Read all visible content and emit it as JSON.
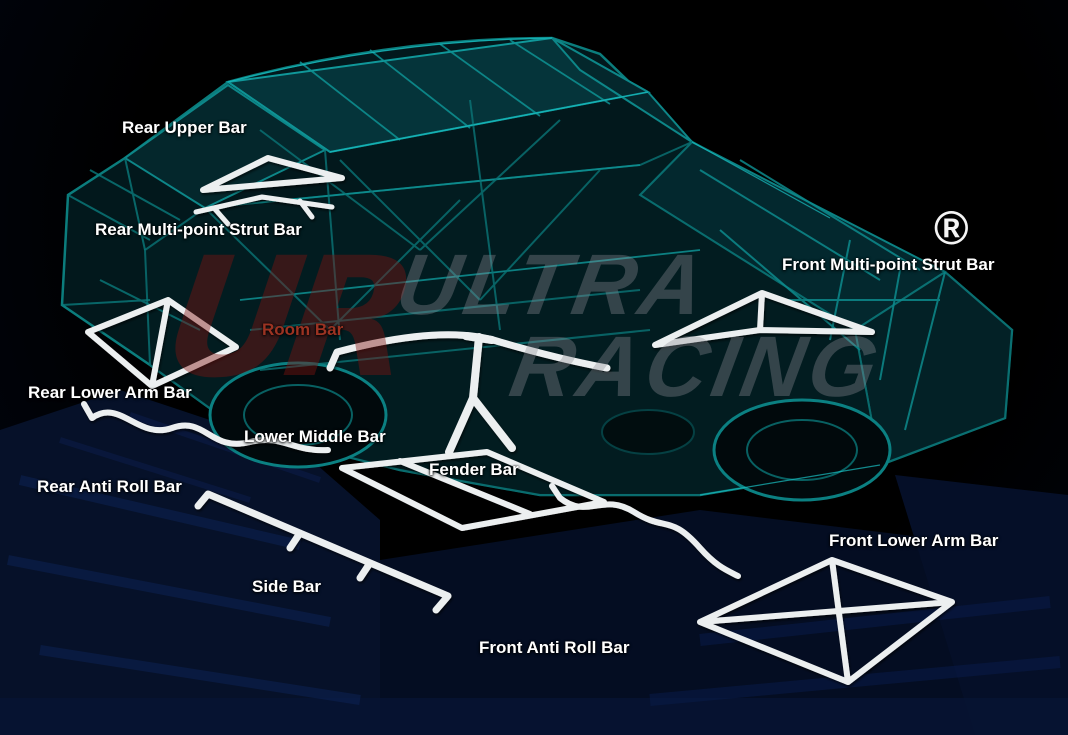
{
  "page": {
    "registered_symbol": "®",
    "watermark": {
      "logo": "UR",
      "word1": "ULTRA",
      "word2": "RACING"
    },
    "colors": {
      "background": "#000000",
      "chassis_teal": "#0d8486",
      "chassis_bright": "#19c2c4",
      "ground_navy": "#061129",
      "bar_white": "#eceff0",
      "label_white": "#ffffff",
      "room_bar_label_red": "#9c3322",
      "watermark_gray": "#8e8e96",
      "watermark_red": "#801210"
    },
    "labels": [
      {
        "id": "rear-upper-bar",
        "text": "Rear Upper Bar"
      },
      {
        "id": "rear-multi-point-strut-bar",
        "text": "Rear Multi-point Strut Bar"
      },
      {
        "id": "front-multi-point-strut-bar",
        "text": "Front Multi-point Strut Bar"
      },
      {
        "id": "room-bar",
        "text": "Room Bar"
      },
      {
        "id": "rear-lower-arm-bar",
        "text": "Rear Lower Arm Bar"
      },
      {
        "id": "lower-middle-bar",
        "text": "Lower Middle Bar"
      },
      {
        "id": "fender-bar",
        "text": "Fender Bar"
      },
      {
        "id": "rear-anti-roll-bar",
        "text": "Rear Anti Roll Bar"
      },
      {
        "id": "side-bar",
        "text": "Side Bar"
      },
      {
        "id": "front-anti-roll-bar",
        "text": "Front Anti Roll Bar"
      },
      {
        "id": "front-lower-arm-bar",
        "text": "Front Lower Arm Bar"
      }
    ]
  }
}
